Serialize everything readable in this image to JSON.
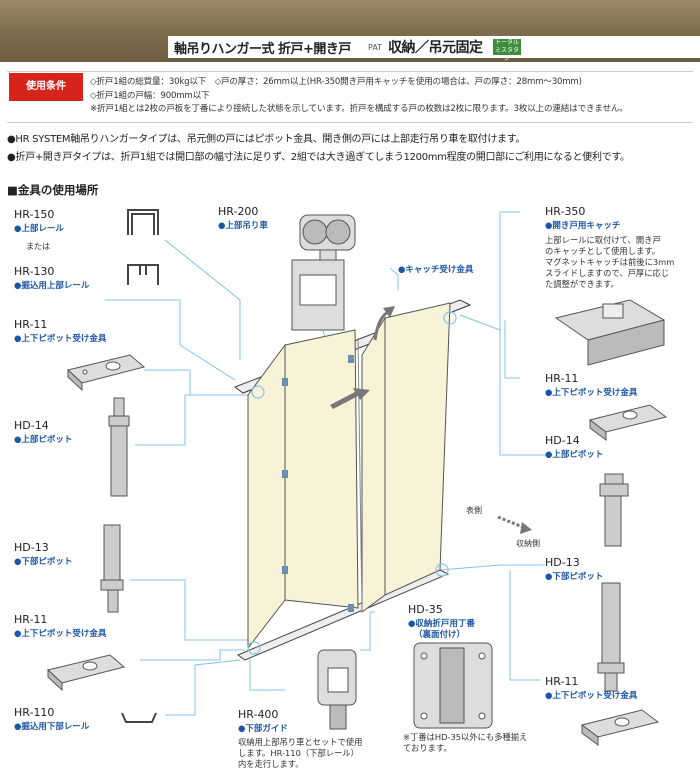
{
  "header": {
    "title": "軸吊りハンガー式 折戸+開き戸",
    "pat": "PAT",
    "subtitle": "収納／吊元固定",
    "badge": "トータル ミスタタン"
  },
  "conditions": {
    "label": "使用条件",
    "line1": "◇折戸1組の総質量：30kg以下　◇戸の厚さ：26mm以上(HR-350開き戸用キャッチを使用の場合は、戸の厚さ：28mm～30mm)",
    "line2": "◇折戸1組の戸幅：900mm以下",
    "line3": "※折戸1組とは2枚の戸板を丁番により接続した状態を示しています。折戸を構成する戸の枚数は2枚に限ります。3枚以上の連結はできません。"
  },
  "bullets": [
    "●HR SYSTEM軸吊りハンガータイプは、吊元側の戸にはピボット金具、開き側の戸には上部走行吊り車を取付けます。",
    "●折戸+開き戸タイプは、折戸1組では開口部の幅寸法に足りず、2組では大き過ぎてしまう1200mm程度の開口部にご利用になると便利です。"
  ],
  "section_title": "■金具の使用場所",
  "parts": {
    "hr150": {
      "code": "HR-150",
      "name": "●上部レール"
    },
    "or": "または",
    "hr130": {
      "code": "HR-130",
      "name": "●掘込用上部レール"
    },
    "hr11a": {
      "code": "HR-11",
      "name": "●上下ピボット受け金具"
    },
    "hd14a": {
      "code": "HD-14",
      "name": "●上部ピボット"
    },
    "hd13a": {
      "code": "HD-13",
      "name": "●下部ピボット"
    },
    "hr11b": {
      "code": "HR-11",
      "name": "●上下ピボット受け金具"
    },
    "hr110": {
      "code": "HR-110",
      "name": "●掘込用下部レール"
    },
    "hr200": {
      "code": "HR-200",
      "name": "●上部吊り車"
    },
    "catch_recv": "●キャッチ受け金具",
    "hr350": {
      "code": "HR-350",
      "name": "●開き戸用キャッチ",
      "desc": [
        "上部レールに取付けて、開き戸",
        "のキャッチとして使用します。",
        "マグネットキャッチは前後に3mm",
        "スライドしますので、戸厚に応じ",
        "た調整ができます。"
      ]
    },
    "hr11c": {
      "code": "HR-11",
      "name": "●上下ピボット受け金具"
    },
    "hd14b": {
      "code": "HD-14",
      "name": "●上部ピボット"
    },
    "hd13b": {
      "code": "HD-13",
      "name": "●下部ピボット"
    },
    "hr11d": {
      "code": "HR-11",
      "name": "●上下ピボット受け金具"
    },
    "hd35": {
      "code": "HD-35",
      "name": "●収納折戸用丁番",
      "name2": "（裏面付け）",
      "note": [
        "※丁番はHD-35以外にも多種揃え",
        "ております。"
      ]
    },
    "hr400": {
      "code": "HR-400",
      "name": "●下部ガイド",
      "desc": [
        "収納用上部吊り車とセットで使用",
        "します。HR-110（下部レール）",
        "内を走行します。"
      ]
    }
  },
  "diagram": {
    "front_side": "表側",
    "storage_side": "収納側"
  },
  "colors": {
    "header_bg": "#7d6c4c",
    "label_red": "#d7241a",
    "name_blue": "#1c56a6",
    "door_fill": "#f8f2d6",
    "leader_blue": "#7fc4e8"
  }
}
